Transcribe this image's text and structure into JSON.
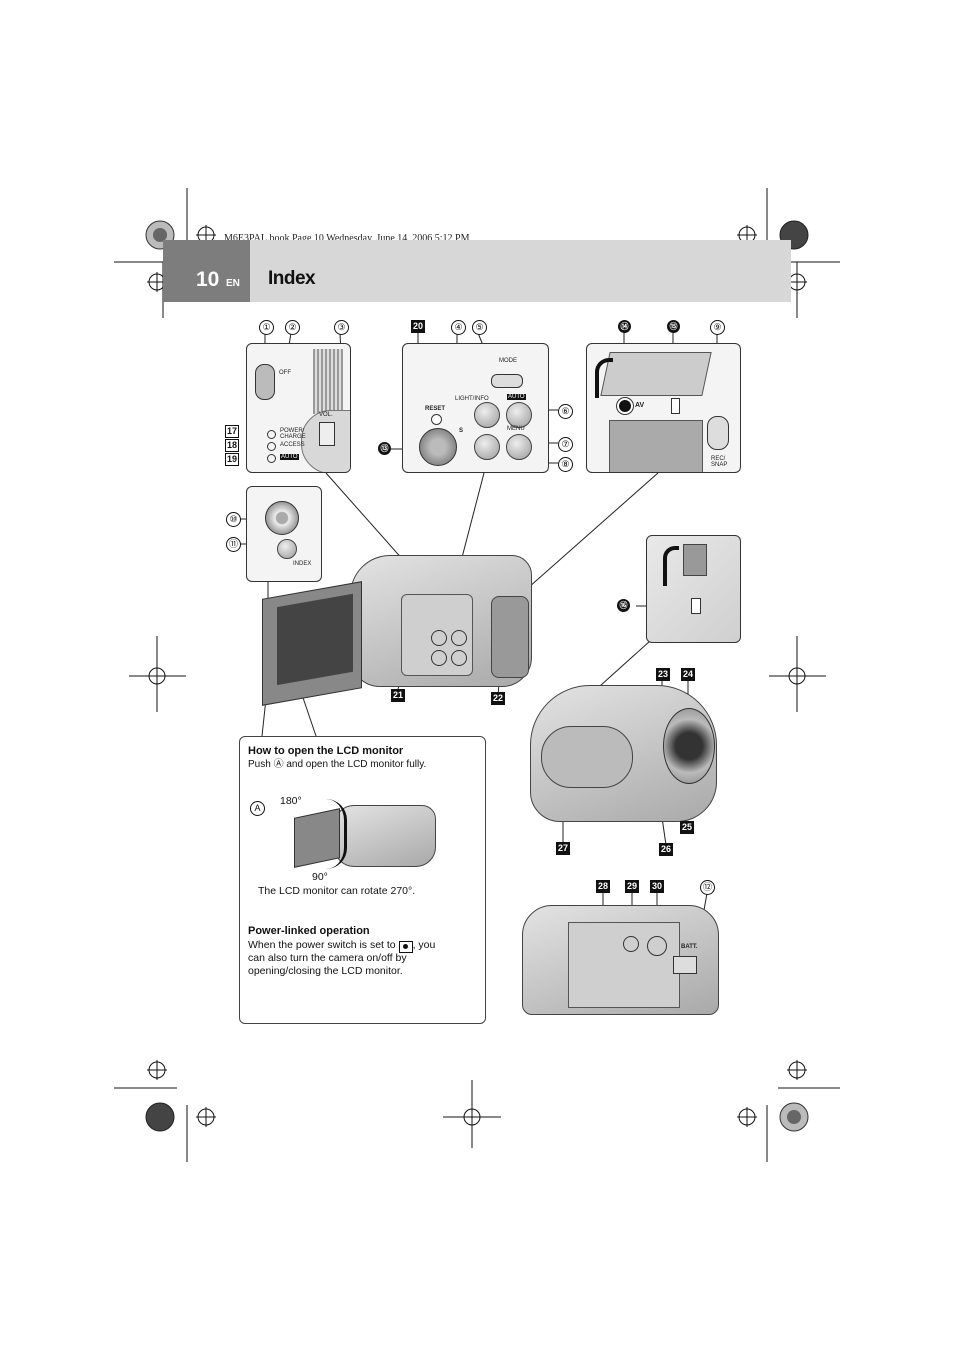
{
  "print_line": "M6E3PAL.book  Page 10  Wednesday, June 14, 2006  5:12 PM",
  "header": {
    "page_number": "10",
    "language": "EN",
    "title": "Index"
  },
  "colors": {
    "header_band": "#d7d7d7",
    "page_tab": "#7d7d7d"
  },
  "callouts": {
    "c1": "①",
    "c2": "②",
    "c3": "③",
    "c4": "④",
    "c5": "⑤",
    "c6": "⑥",
    "c7": "⑦",
    "c8": "⑧",
    "c9": "⑨",
    "c10": "⑩",
    "c11": "⑪",
    "c12": "⑫",
    "c13": "⑬",
    "c14": "⑭",
    "c15": "⑮",
    "c16": "⑯",
    "n17": "17",
    "n18": "18",
    "n19": "19",
    "n20": "20",
    "n21": "21",
    "n22": "22",
    "n23": "23",
    "n24": "24",
    "n25": "25",
    "n26": "26",
    "n27": "27",
    "n28": "28",
    "n29": "29",
    "n30": "30"
  },
  "panel_labels": {
    "off": "OFF",
    "vol": "VOL.",
    "power_charge": "POWER/ CHARGE",
    "access": "ACCESS",
    "auto": "AUTO",
    "mode": "MODE",
    "reset": "RESET",
    "s": "S",
    "light_info": "LIGHT/INFO",
    "auto_btn": "AUTO",
    "menu": "MENU",
    "av": "AV",
    "rec_snap": "REC/ SNAP",
    "index": "INDEX",
    "batt": "BATT."
  },
  "lcd_box": {
    "heading": "How to open the LCD monitor",
    "instruction": "Push Ⓐ and open the LCD monitor fully.",
    "label_a": "A",
    "angle_top": "180°",
    "angle_bottom": "90°",
    "rotate_note": "The LCD monitor can rotate 270°.",
    "power_heading": "Power-linked operation",
    "power_text_1": "When the power switch is set to",
    "power_text_2": ", you",
    "power_text_3": "can also turn the camera on/off by",
    "power_text_4": "opening/closing the LCD monitor."
  }
}
